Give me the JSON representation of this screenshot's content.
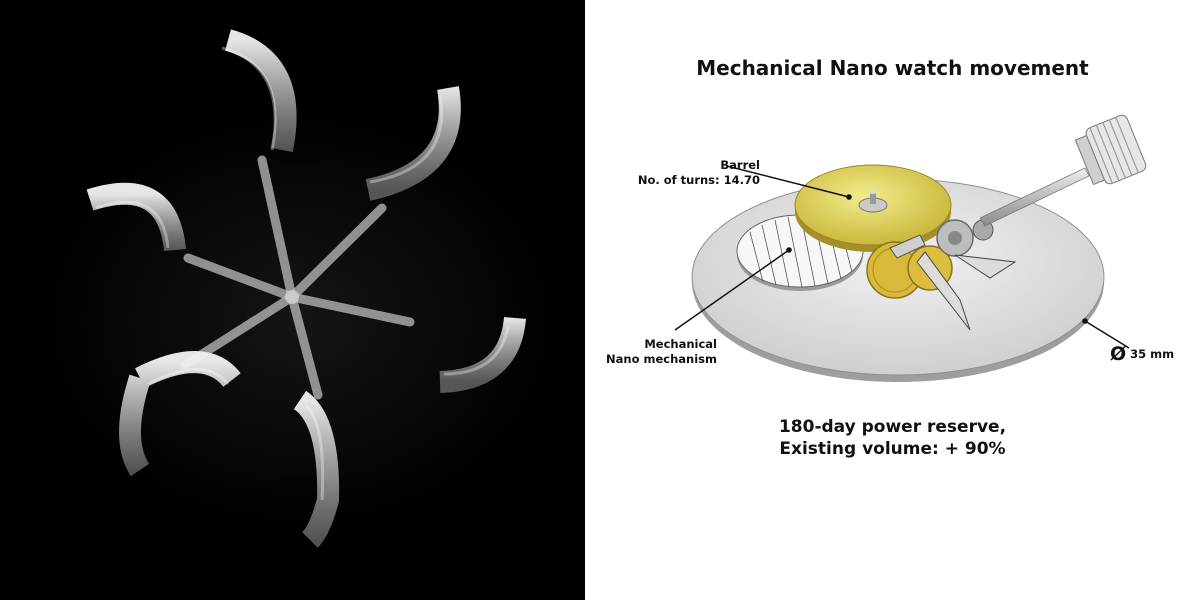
{
  "diagram": {
    "title": "Mechanical Nano watch movement",
    "callouts": {
      "barrel": {
        "line1": "Barrel",
        "line2": "No. of turns: 14.70"
      },
      "nano_mechanism": {
        "line1": "Mechanical",
        "line2": "Nano mechanism"
      },
      "diameter": {
        "symbol": "Ø",
        "value": "35 mm"
      }
    },
    "caption": {
      "line1": "180-day power reserve,",
      "line2": "Existing volume: + 90%"
    }
  },
  "colors": {
    "photo_background": "#000000",
    "barrel": "#e8df6a",
    "plate": "#e3e3e3",
    "gear_gold": "#d8b93a"
  }
}
